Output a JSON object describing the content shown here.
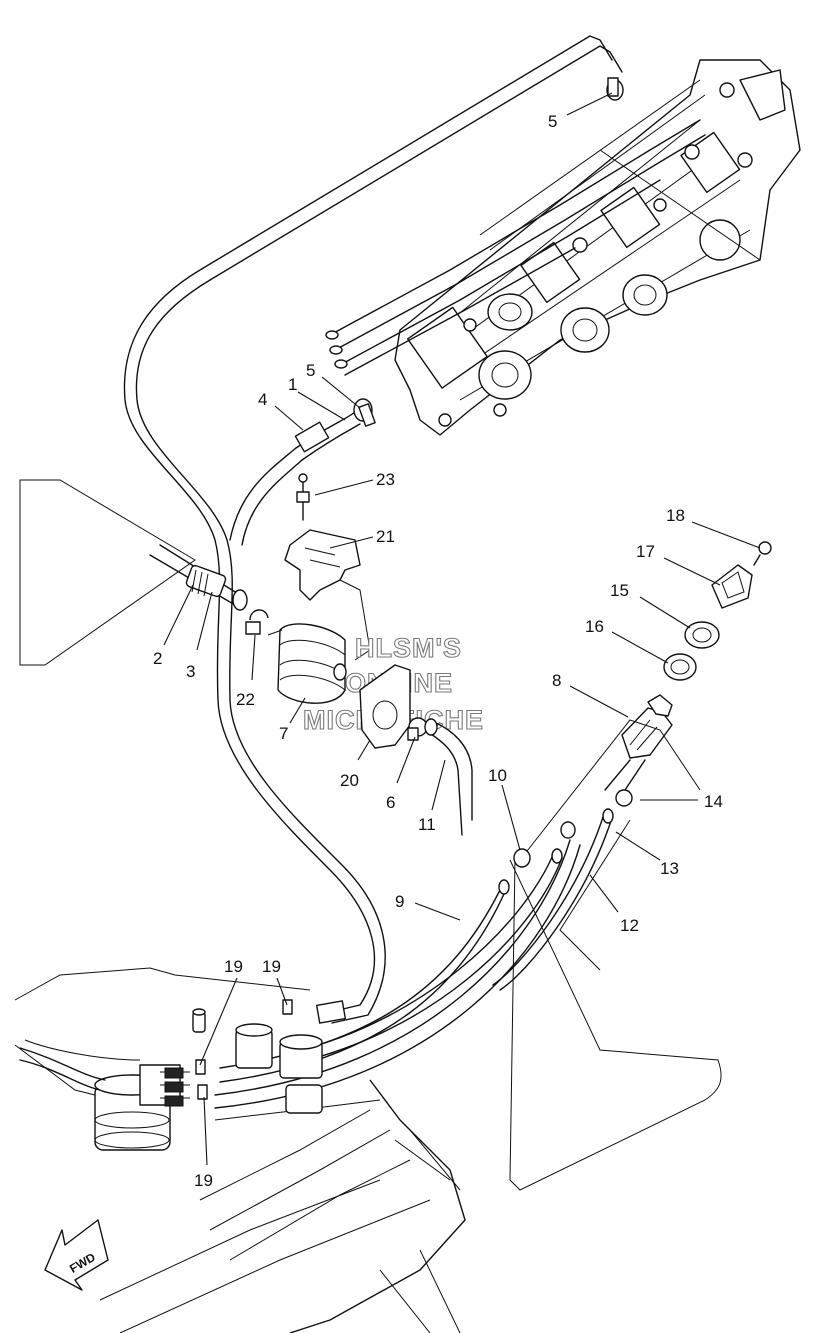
{
  "watermark": {
    "line1": "HLSM'S",
    "line2": "ONLINE",
    "line3": "MICROFICHE"
  },
  "direction_label": "FWD",
  "callouts": {
    "c1": "1",
    "c2": "2",
    "c3": "3",
    "c4": "4",
    "c5_top": "5",
    "c5_mid": "5",
    "c6": "6",
    "c7": "7",
    "c8": "8",
    "c9": "9",
    "c10": "10",
    "c11": "11",
    "c12": "12",
    "c13": "13",
    "c14": "14",
    "c15": "15",
    "c16": "16",
    "c17": "17",
    "c18": "18",
    "c19_a": "19",
    "c19_b": "19",
    "c19_c": "19",
    "c20": "20",
    "c21": "21",
    "c22": "22",
    "c23": "23"
  }
}
